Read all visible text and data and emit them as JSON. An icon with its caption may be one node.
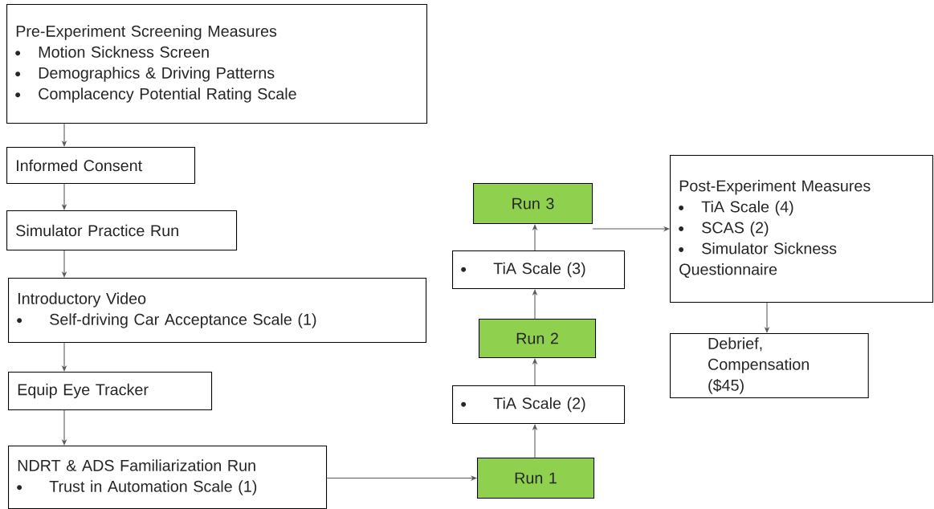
{
  "diagram": {
    "nodes": [
      {
        "text": [
          "Pre-Experiment Screening Measures",
          "Motion Sickness Screen",
          "Demographics & Driving Patterns",
          "Complacency Potential Rating Scale"
        ]
      },
      {
        "text": [
          "Informed Consent"
        ]
      },
      {
        "text": [
          "Simulator Practice Run"
        ]
      },
      {
        "text": [
          "Introductory Video",
          "Self-driving Car Acceptance Scale (1)"
        ]
      },
      {
        "text": [
          "Equip Eye Tracker"
        ]
      },
      {
        "text": [
          "NDRT & ADS Familiarization Run",
          "Trust in Automation Scale (1)"
        ]
      },
      {
        "text": [
          "Run 1"
        ]
      },
      {
        "text": [
          "TiA Scale (2)"
        ]
      },
      {
        "text": [
          "Run 2"
        ]
      },
      {
        "text": [
          "TiA Scale (3)"
        ]
      },
      {
        "text": [
          "Run 3"
        ]
      },
      {
        "text": [
          "Post-Experiment Measures",
          "TiA Scale (4)",
          "SCAS (2)",
          "Simulator Sickness Questionnaire"
        ]
      },
      {
        "text": [
          "Debrief, Compensation ($45)"
        ]
      }
    ],
    "edges": [
      {
        "from": 0,
        "to": 1,
        "arrow": "to"
      },
      {
        "from": 1,
        "to": 2,
        "arrow": "to"
      },
      {
        "from": 2,
        "to": 3,
        "arrow": "to"
      },
      {
        "from": 3,
        "to": 4,
        "arrow": "to"
      },
      {
        "from": 4,
        "to": 5,
        "arrow": "to"
      },
      {
        "from": 5,
        "to": 6,
        "arrow": "to"
      },
      {
        "from": 6,
        "to": 7,
        "arrow": "to"
      },
      {
        "from": 7,
        "to": 8,
        "arrow": "to"
      },
      {
        "from": 8,
        "to": 9,
        "arrow": "to"
      },
      {
        "from": 9,
        "to": 10,
        "arrow": "to"
      },
      {
        "from": 10,
        "to": 11,
        "arrow": "to"
      },
      {
        "from": 11,
        "to": 12,
        "arrow": "to"
      }
    ]
  }
}
